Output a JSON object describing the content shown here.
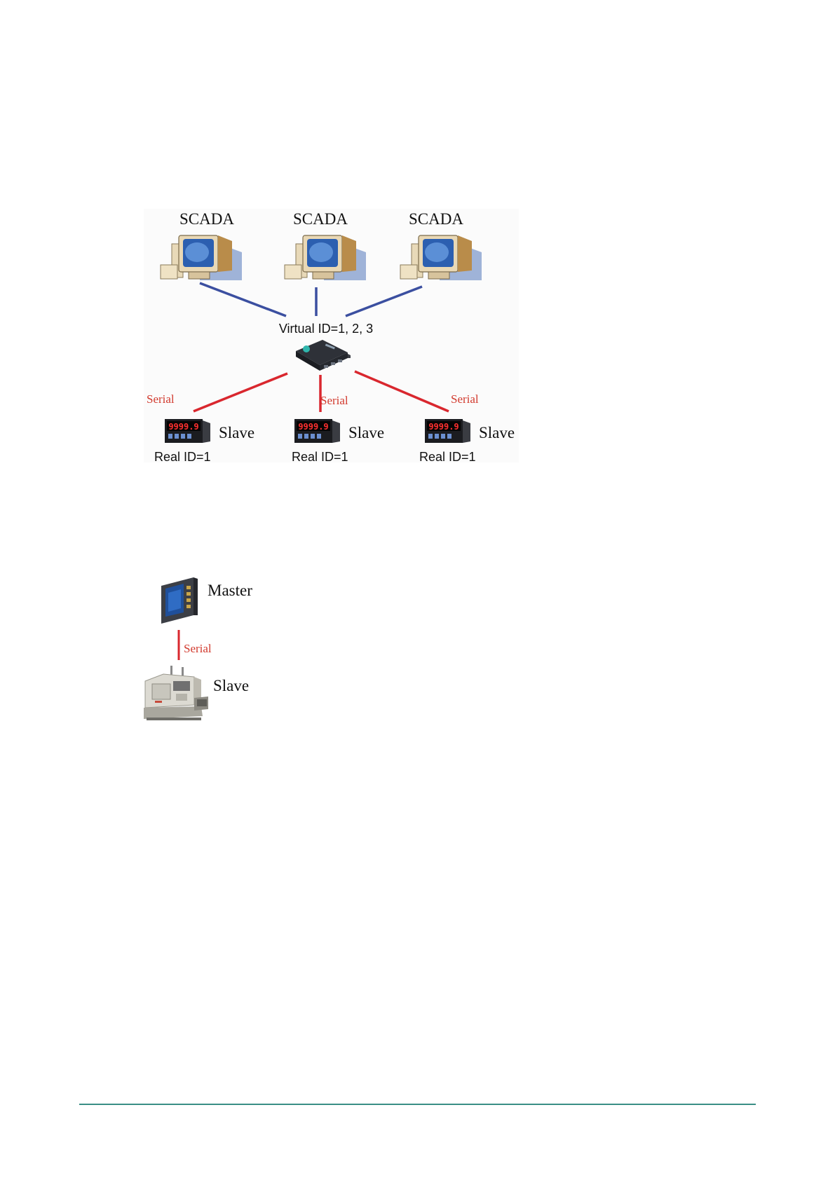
{
  "diagram1": {
    "scada_labels": [
      "SCADA",
      "SCADA",
      "SCADA"
    ],
    "gateway_label": "Virtual ID=1, 2, 3",
    "serial_labels": [
      "Serial",
      "Serial",
      "Serial"
    ],
    "slave_labels": [
      "Slave",
      "Slave",
      "Slave"
    ],
    "real_id_labels": [
      "Real ID=1",
      "Real ID=1",
      "Real ID=1"
    ],
    "meter_display": "9999.9",
    "colors": {
      "ethernet_line": "#3b4fa0",
      "serial_line": "#d9272e",
      "serial_text": "#d23a2e"
    }
  },
  "diagram2": {
    "master_label": "Master",
    "serial_label": "Serial",
    "slave_label": "Slave"
  },
  "footer": {
    "rule_color": "#3a8e86"
  }
}
